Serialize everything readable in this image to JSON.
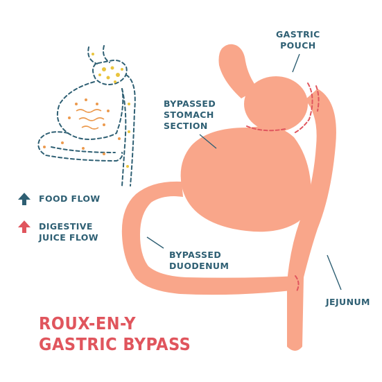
{
  "labels": {
    "gastric_pouch": [
      "GASTRIC",
      "POUCH"
    ],
    "bypassed_stomach_section": [
      "BYPASSED",
      "STOMACH",
      "SECTION"
    ],
    "bypassed_duodenum": [
      "BYPASSED",
      "DUODENUM"
    ],
    "jejunum": "JEJUNUM"
  },
  "legend": {
    "food_flow": {
      "label": [
        "FOOD FLOW"
      ],
      "color": "#2e5f73"
    },
    "digestive_juice_flow": {
      "label": [
        "DIGESTIVE",
        "JUICE FLOW"
      ],
      "color": "#e0555d"
    }
  },
  "title": [
    "ROUX-EN-Y",
    "GASTRIC BYPASS"
  ],
  "colors": {
    "organ_fill": "#f9a68a",
    "dash_red": "#e0555d",
    "line_teal": "#2e5f73",
    "food_yellow": "#e9c43e",
    "juice_orange": "#ec9a4e"
  }
}
